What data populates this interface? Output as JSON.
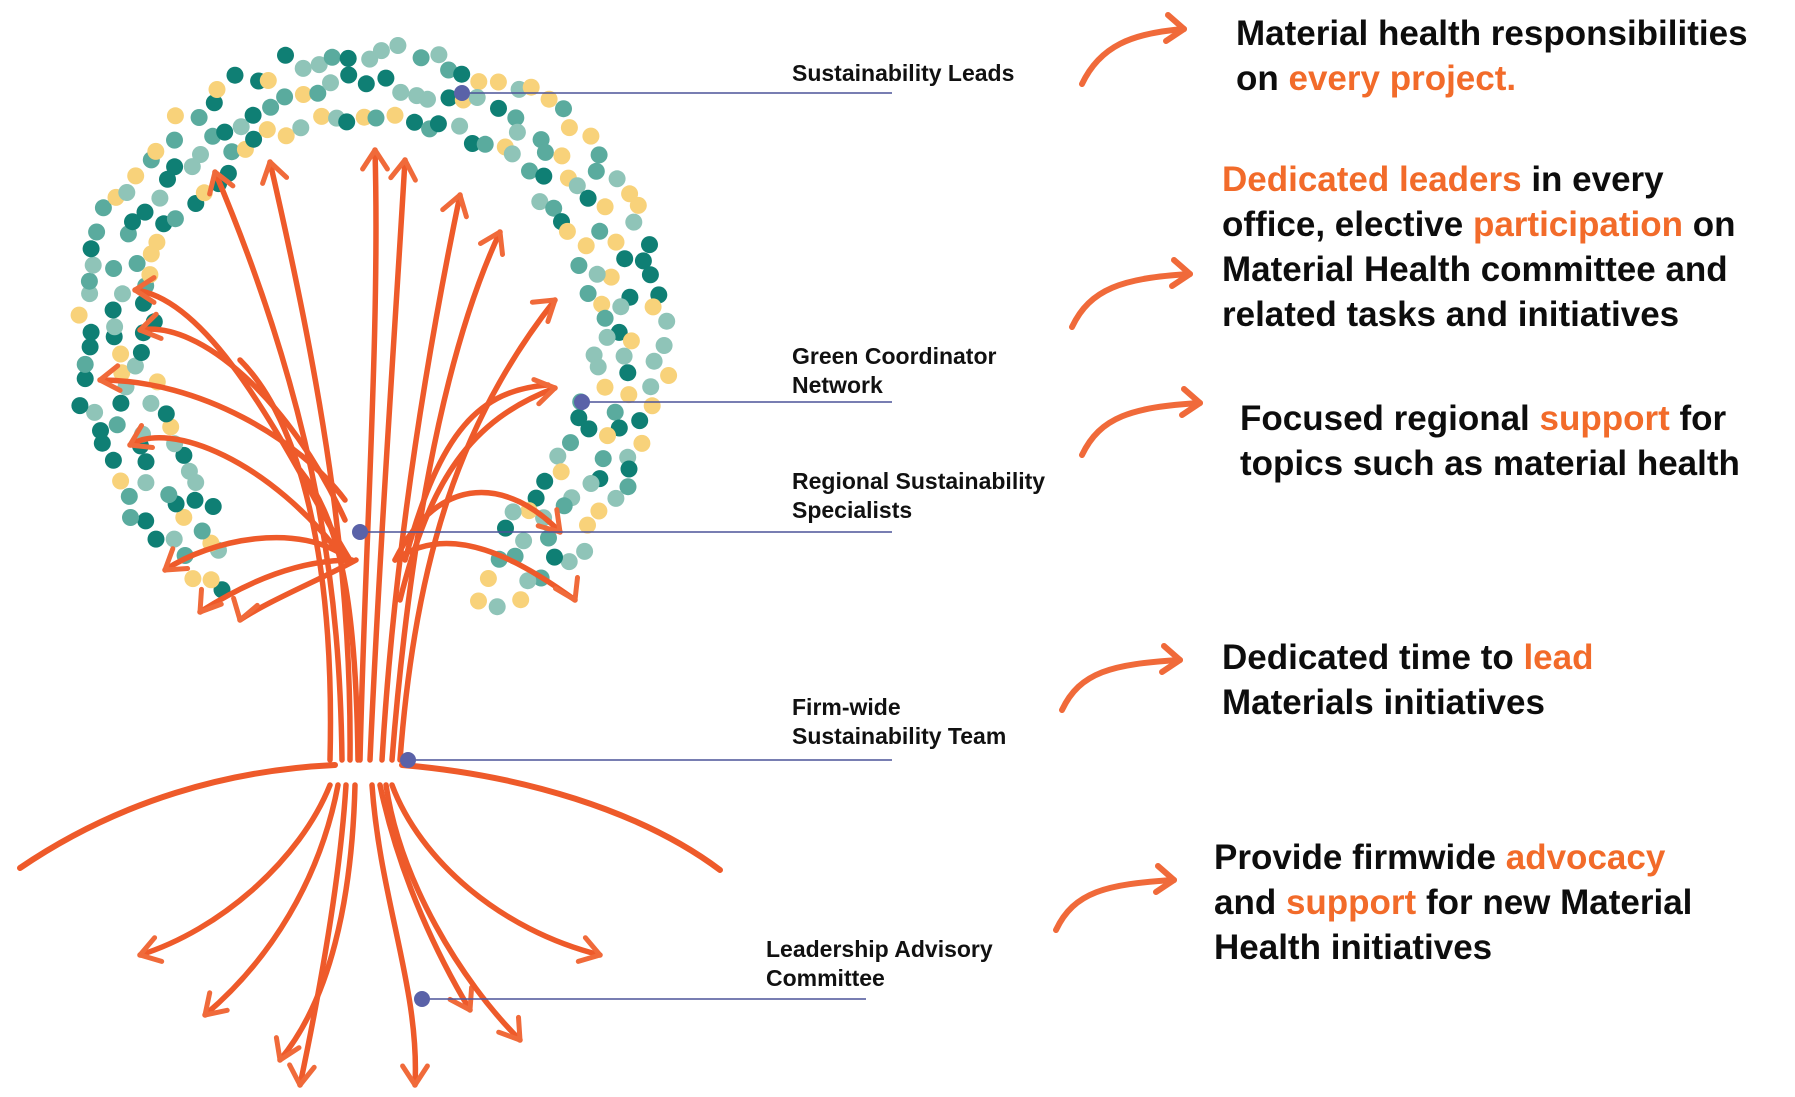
{
  "colors": {
    "tree": "#ee5a2a",
    "arrow_accent": "#f06a3a",
    "marker": "#5a62a8",
    "leader_line": "#4b5399",
    "highlight": "#f26b2a",
    "text": "#0d0d0d",
    "dot_palette": [
      "#0f7f74",
      "#8fc4b8",
      "#f8d27a",
      "#5aab9e"
    ]
  },
  "levels": [
    {
      "label_lines": [
        "Sustainability Leads"
      ],
      "description": [
        [
          {
            "text": "Material health responsibilities"
          }
        ],
        [
          {
            "text": "on "
          },
          {
            "text": "every project.",
            "hl": true
          }
        ]
      ]
    },
    {
      "label_lines": [
        "Green Coordinator",
        "Network"
      ],
      "description": [
        [
          {
            "text": "Dedicated leaders",
            "hl": true
          },
          {
            "text": "  in every"
          }
        ],
        [
          {
            "text": "office, elective "
          },
          {
            "text": "participation",
            "hl": true
          },
          {
            "text": " on"
          }
        ],
        [
          {
            "text": "Material Health committee and"
          }
        ],
        [
          {
            "text": "related tasks and initiatives"
          }
        ]
      ]
    },
    {
      "label_lines": [
        "Regional Sustainability",
        "Specialists"
      ],
      "description": [
        [
          {
            "text": "Focused regional "
          },
          {
            "text": "support",
            "hl": true
          },
          {
            "text": " for"
          }
        ],
        [
          {
            "text": "topics such as material health"
          }
        ]
      ]
    },
    {
      "label_lines": [
        "Firm-wide",
        "Sustainability Team"
      ],
      "description": [
        [
          {
            "text": "Dedicated time to "
          },
          {
            "text": "lead",
            "hl": true
          }
        ],
        [
          {
            "text": "Materials initiatives"
          }
        ]
      ]
    },
    {
      "label_lines": [
        "Leadership Advisory",
        "Committee"
      ],
      "description": [
        [
          {
            "text": "Provide firmwide "
          },
          {
            "text": "advocacy",
            "hl": true
          }
        ],
        [
          {
            "text": "and "
          },
          {
            "text": "support",
            "hl": true
          },
          {
            "text": " for new Material"
          }
        ],
        [
          {
            "text": "Health initiatives"
          }
        ]
      ]
    }
  ]
}
